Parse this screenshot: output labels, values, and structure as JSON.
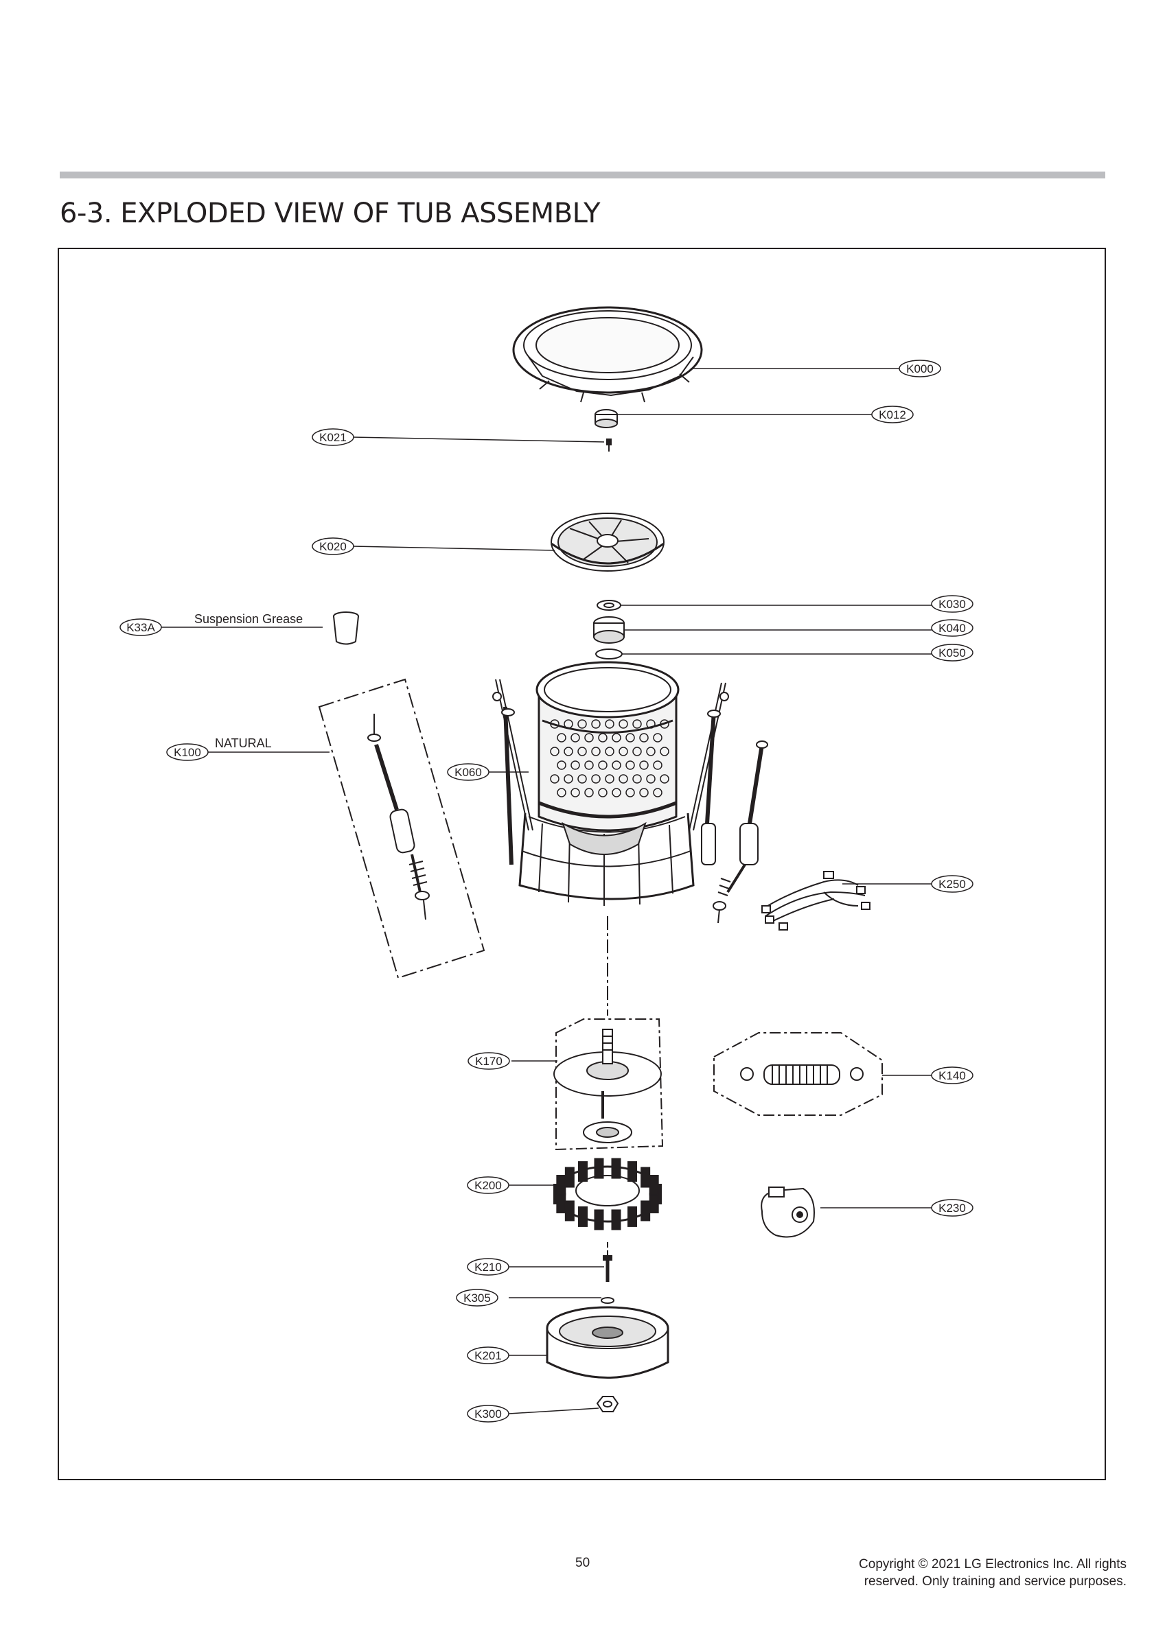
{
  "header": {
    "title": "6-3. EXPLODED VIEW OF TUB ASSEMBLY"
  },
  "diagram": {
    "callouts": [
      {
        "code": "K000"
      },
      {
        "code": "K012"
      },
      {
        "code": "K021"
      },
      {
        "code": "K020"
      },
      {
        "code": "K030"
      },
      {
        "code": "K040"
      },
      {
        "code": "K050"
      },
      {
        "code": "K33A"
      },
      {
        "code": "K100"
      },
      {
        "code": "K060"
      },
      {
        "code": "K250"
      },
      {
        "code": "K170"
      },
      {
        "code": "K140"
      },
      {
        "code": "K200"
      },
      {
        "code": "K230"
      },
      {
        "code": "K210"
      },
      {
        "code": "K305"
      },
      {
        "code": "K201"
      },
      {
        "code": "K300"
      }
    ],
    "notes": {
      "suspension_grease": "Suspension Grease",
      "natural": "NATURAL"
    }
  },
  "footer": {
    "page_number": "50",
    "copyright_line1": "Copyright © 2021 LG Electronics Inc. All rights",
    "copyright_line2": "reserved. Only training and service purposes."
  },
  "colors": {
    "ink": "#231f20",
    "rule_gray": "#bcbdc0"
  }
}
